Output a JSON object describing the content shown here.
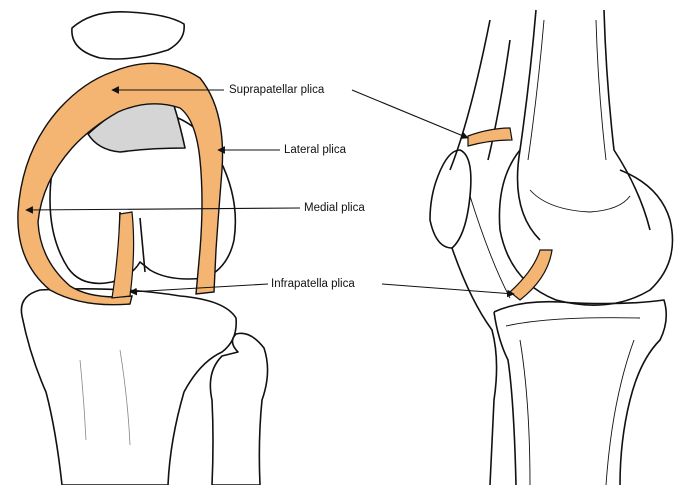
{
  "labels": {
    "suprapatellar": "Suprapatellar plica",
    "lateral": "Lateral plica",
    "medial": "Medial plica",
    "infrapatella": "Infrapatella plica"
  },
  "colors": {
    "plica": "#f5b572",
    "bone_outline": "#111111",
    "cartilage": "#d5d5d5",
    "background": "#ffffff"
  }
}
